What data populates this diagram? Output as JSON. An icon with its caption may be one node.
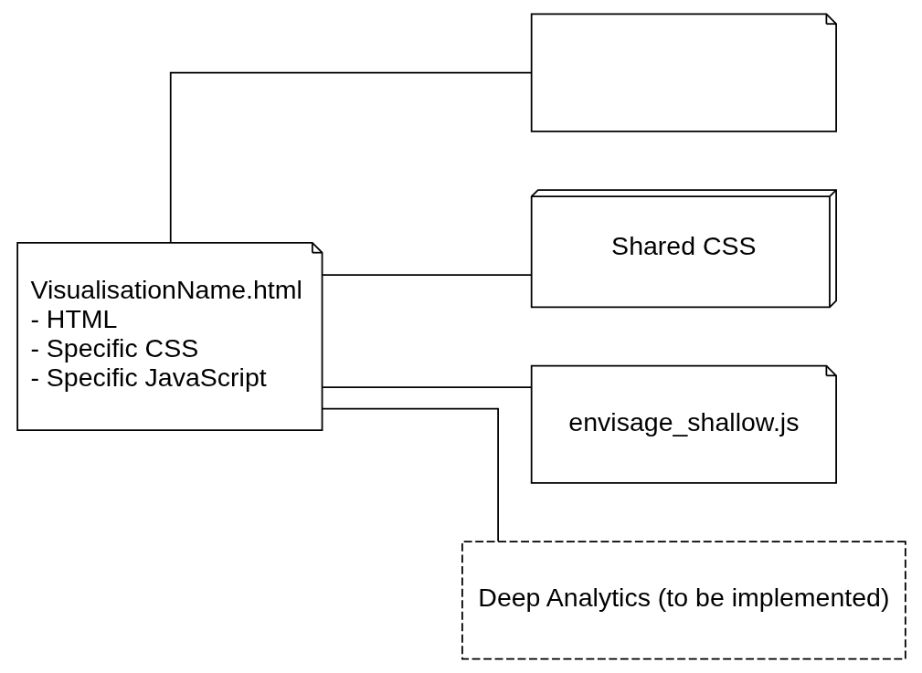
{
  "diagram": {
    "nodes": [
      {
        "text": [
          "VisualisationName.html",
          "- HTML",
          "- Specific CSS",
          "- Specific JavaScript"
        ]
      },
      {
        "text": [],
        "shape": "document"
      },
      {
        "text": [
          "Shared CSS"
        ]
      },
      {
        "text": [
          "envisage_shallow.js"
        ]
      },
      {
        "text": [
          "Deep Analytics (to be implemented)"
        ]
      }
    ],
    "edges": [
      {
        "from": 0,
        "to": 1,
        "arrow": "none"
      },
      {
        "from": 0,
        "to": 2,
        "arrow": "none"
      },
      {
        "from": 0,
        "to": 3,
        "arrow": "none"
      },
      {
        "from": 0,
        "to": 4,
        "arrow": "none"
      }
    ]
  }
}
